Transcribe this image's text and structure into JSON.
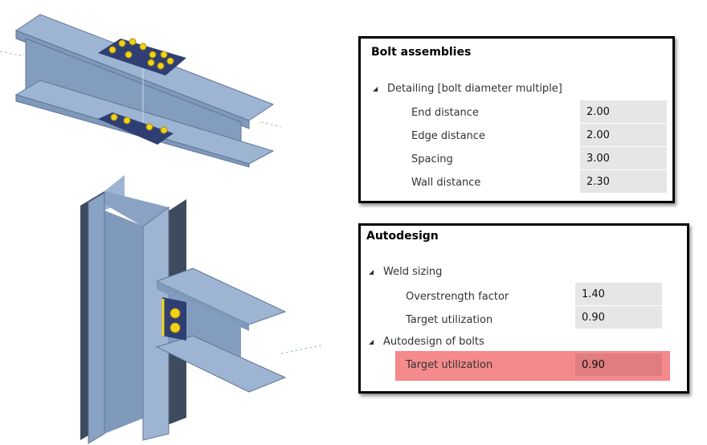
{
  "bolt_panel": {
    "title": "Bolt assemblies",
    "group": "Detailing [bolt diameter multiple]",
    "rows": [
      {
        "label": "End distance",
        "value": "2.00"
      },
      {
        "label": "Edge distance",
        "value": "2.00"
      },
      {
        "label": "Spacing",
        "value": "3.00"
      },
      {
        "label": "Wall distance",
        "value": "2.30"
      }
    ]
  },
  "autodesign_panel": {
    "title": "Autodesign",
    "weld_group": "Weld sizing",
    "weld_rows": [
      {
        "label": "Overstrength factor",
        "value": "1.40"
      },
      {
        "label": "Target utilization",
        "value": "0.90"
      }
    ],
    "bolt_group": "Autodesign of bolts",
    "bolt_rows": [
      {
        "label": "Target utilization",
        "value": "0.90"
      }
    ],
    "highlight_color": "#f58a8c"
  },
  "colors": {
    "steel_top": "#9db4d3",
    "steel_side": "#7f99bb",
    "steel_dark": "#3e4b5e",
    "bolt": "#f2d21a",
    "plate": "#2f3f73"
  }
}
